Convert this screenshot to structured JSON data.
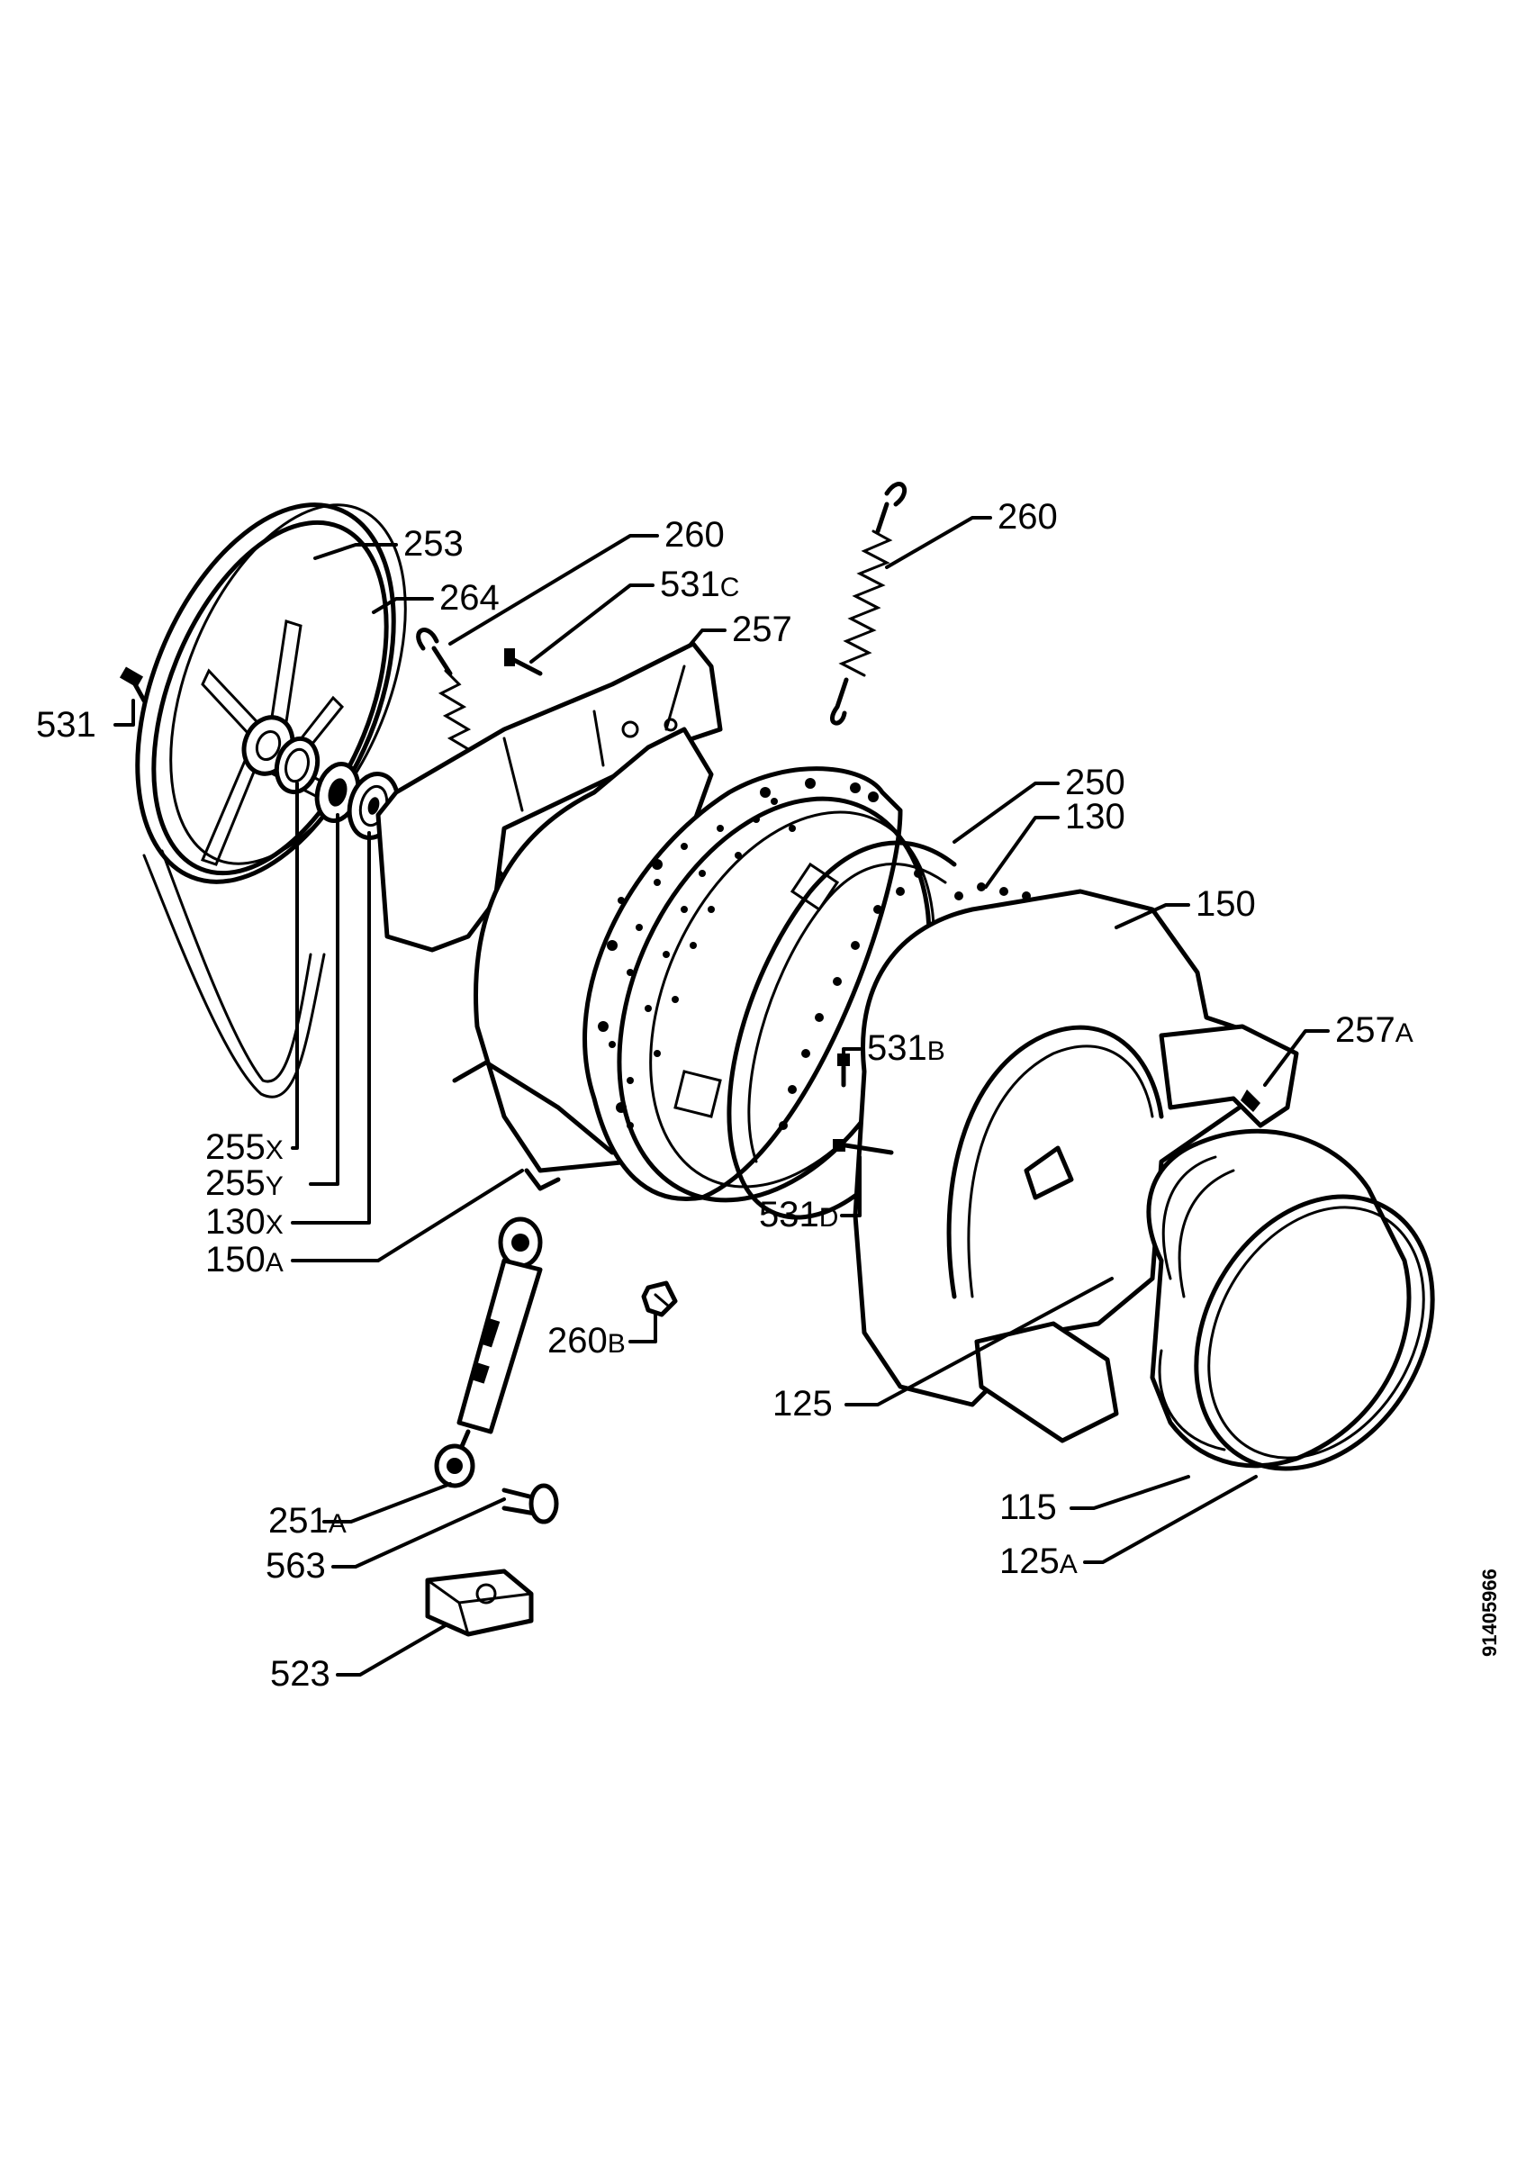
{
  "callouts": [
    {
      "id": "253",
      "num": "253",
      "sfx": ""
    },
    {
      "id": "264",
      "num": "264",
      "sfx": ""
    },
    {
      "id": "260-left",
      "num": "260",
      "sfx": ""
    },
    {
      "id": "260-right",
      "num": "260",
      "sfx": ""
    },
    {
      "id": "531c",
      "num": "531",
      "sfx": "C"
    },
    {
      "id": "257",
      "num": "257",
      "sfx": ""
    },
    {
      "id": "531",
      "num": "531",
      "sfx": ""
    },
    {
      "id": "250",
      "num": "250",
      "sfx": ""
    },
    {
      "id": "130",
      "num": "130",
      "sfx": ""
    },
    {
      "id": "150",
      "num": "150",
      "sfx": ""
    },
    {
      "id": "257a",
      "num": "257",
      "sfx": "A"
    },
    {
      "id": "531b",
      "num": "531",
      "sfx": "B"
    },
    {
      "id": "531d",
      "num": "531",
      "sfx": "D"
    },
    {
      "id": "255x",
      "num": "255",
      "sfx": "X"
    },
    {
      "id": "255y",
      "num": "255",
      "sfx": "Y"
    },
    {
      "id": "130x",
      "num": "130",
      "sfx": "X"
    },
    {
      "id": "150a",
      "num": "150",
      "sfx": "A"
    },
    {
      "id": "260b",
      "num": "260",
      "sfx": "B"
    },
    {
      "id": "125",
      "num": "125",
      "sfx": ""
    },
    {
      "id": "251a",
      "num": "251",
      "sfx": "A"
    },
    {
      "id": "563",
      "num": "563",
      "sfx": ""
    },
    {
      "id": "115",
      "num": "115",
      "sfx": ""
    },
    {
      "id": "125a",
      "num": "125",
      "sfx": "A"
    },
    {
      "id": "523",
      "num": "523",
      "sfx": ""
    }
  ],
  "document_number": "91405966"
}
